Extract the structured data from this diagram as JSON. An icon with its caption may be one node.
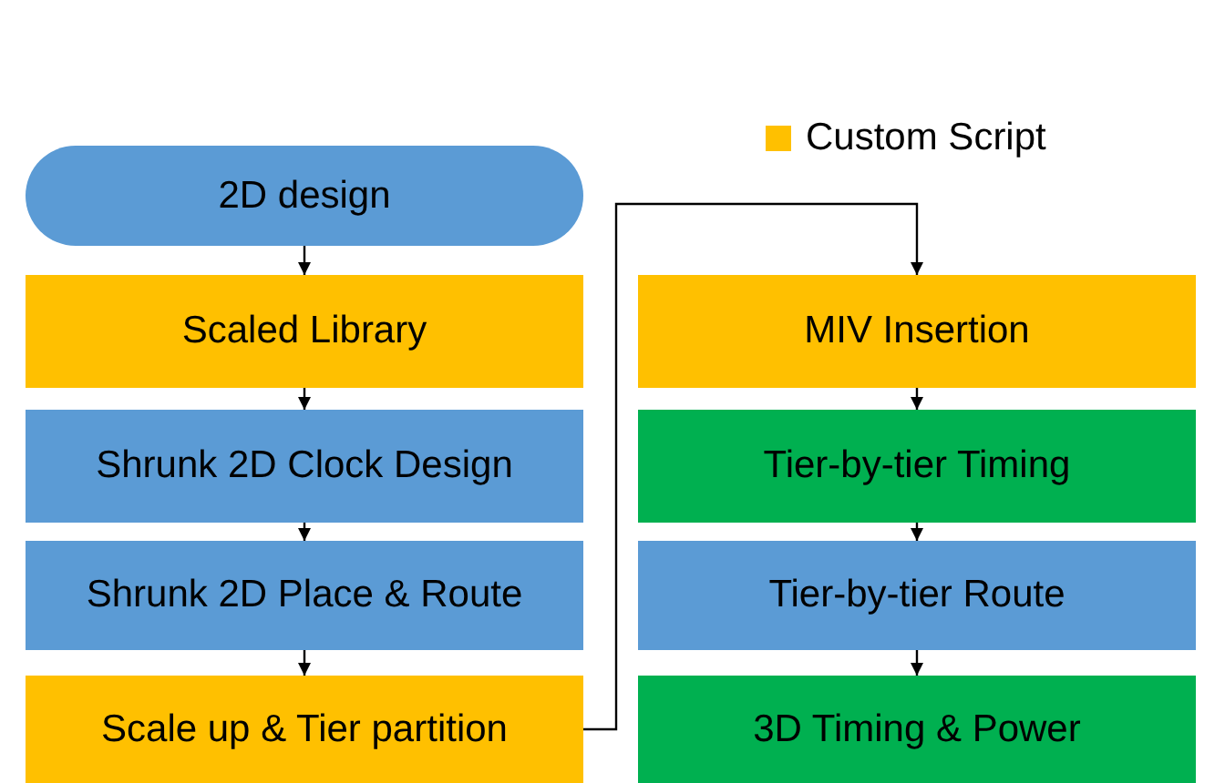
{
  "diagram": {
    "nodes": [
      {
        "text": [
          "2D design"
        ]
      },
      {
        "text": [
          "Scaled Library"
        ]
      },
      {
        "text": [
          "Shrunk 2D Clock Design"
        ]
      },
      {
        "text": [
          "Shrunk 2D Place & Route"
        ]
      },
      {
        "text": [
          "Scale up & Tier partition"
        ]
      },
      {
        "text": [
          "MIV Insertion"
        ]
      },
      {
        "text": [
          "Tier-by-tier Timing"
        ]
      },
      {
        "text": [
          "Tier-by-tier Route"
        ]
      },
      {
        "text": [
          "3D Timing & Power"
        ]
      }
    ],
    "edges": [
      {
        "from": 0,
        "to": 1,
        "arrow": "to"
      },
      {
        "from": 1,
        "to": 2,
        "arrow": "to"
      },
      {
        "from": 2,
        "to": 3,
        "arrow": "to"
      },
      {
        "from": 3,
        "to": 4,
        "arrow": "to"
      },
      {
        "from": 4,
        "to": 5,
        "arrow": "to"
      },
      {
        "from": 5,
        "to": 6,
        "arrow": "to"
      },
      {
        "from": 6,
        "to": 7,
        "arrow": "to"
      },
      {
        "from": 7,
        "to": 8,
        "arrow": "to"
      }
    ],
    "legend": [
      {
        "text": "Custom Script",
        "color": "#ffc000"
      }
    ]
  }
}
